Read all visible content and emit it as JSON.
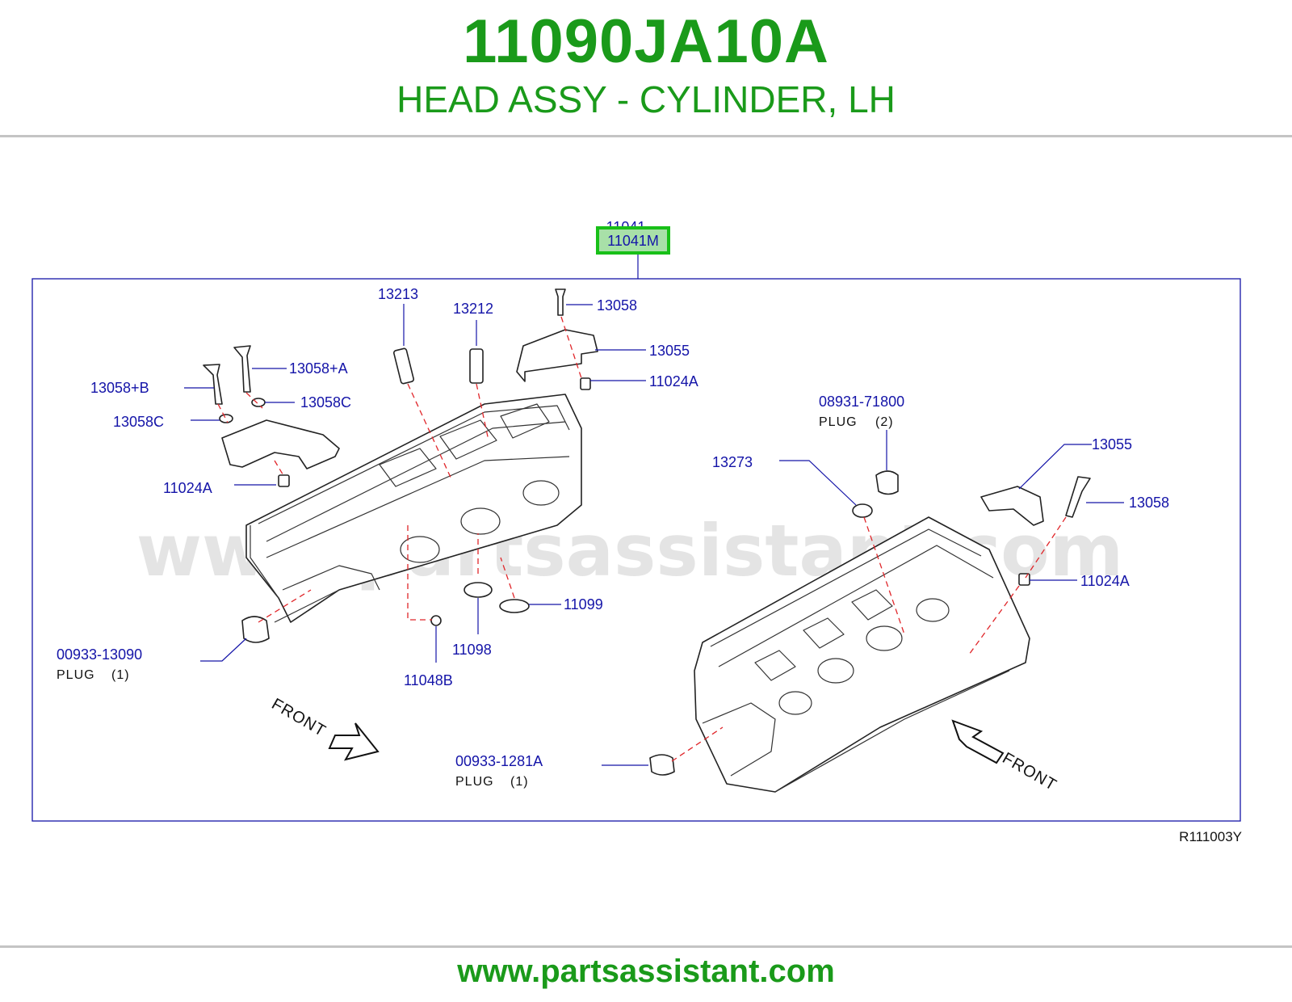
{
  "header": {
    "part_number": "11090JA10A",
    "description": "HEAD ASSY - CYLINDER, LH"
  },
  "footer": {
    "url": "www.partsassistant.com"
  },
  "diagram": {
    "watermark": "www.partsassistant.com",
    "ref_code": "R111003Y",
    "top_callout": {
      "code": "11041",
      "code_highlighted": "11041M"
    },
    "front_label": "FRONT",
    "highlight_color": "#18c018",
    "callouts": {
      "c13213": "13213",
      "c13212": "13212",
      "c13058_top": "13058",
      "c13055_top": "13055",
      "c11024a_top": "11024A",
      "c13058a": "13058+A",
      "c13058b": "13058+B",
      "c13058c_right": "13058C",
      "c13058c_left": "13058C",
      "c11024a_left": "11024A",
      "c00933_13090": "00933-13090",
      "c11048b": "11048B",
      "c11098": "11098",
      "c11099": "11099",
      "c08931_71800": "08931-71800",
      "c13273": "13273",
      "c13055_right": "13055",
      "c13058_right": "13058",
      "c11024a_right": "11024A",
      "c00933_1281a": "00933-1281A"
    },
    "plugs": {
      "p00933_13090": {
        "label": "PLUG",
        "qty": "(1)"
      },
      "p08931_71800": {
        "label": "PLUG",
        "qty": "(2)"
      },
      "p00933_1281a": {
        "label": "PLUG",
        "qty": "(1)"
      }
    }
  }
}
